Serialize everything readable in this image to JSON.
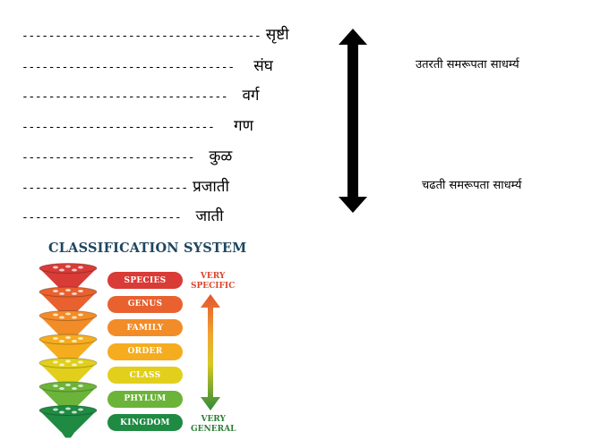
{
  "ranks": [
    {
      "dashes": "------------------------------------",
      "label": "सृष्टी"
    },
    {
      "dashes": "--------------------------------",
      "label": "संघ"
    },
    {
      "dashes": "-------------------------------",
      "label": "वर्ग"
    },
    {
      "dashes": "-----------------------------",
      "label": "गण"
    },
    {
      "dashes": "--------------------------",
      "label": "कुळ"
    },
    {
      "dashes": "-------------------------",
      "label": "प्रजाती"
    },
    {
      "dashes": "------------------------",
      "label": "जाती"
    }
  ],
  "notes": {
    "top": "उतरती समरूपता साधर्म्य",
    "bottom": "चढती समरूपता साधर्म्य"
  },
  "infographic": {
    "title": "CLASSIFICATION SYSTEM",
    "levels": [
      {
        "label": "SPECIES",
        "color": "#d93b36"
      },
      {
        "label": "GENUS",
        "color": "#e8612f"
      },
      {
        "label": "FAMILY",
        "color": "#f28c28"
      },
      {
        "label": "ORDER",
        "color": "#f5ad1f"
      },
      {
        "label": "CLASS",
        "color": "#e2cf1c"
      },
      {
        "label": "PHYLUM",
        "color": "#6cb33a"
      },
      {
        "label": "KINGDOM",
        "color": "#1f8a42"
      }
    ],
    "very_specific": [
      "VERY",
      "SPECIFIC"
    ],
    "very_general": [
      "VERY",
      "GENERAL"
    ],
    "specific_color": "#d9462d",
    "general_color": "#2f7d37"
  }
}
